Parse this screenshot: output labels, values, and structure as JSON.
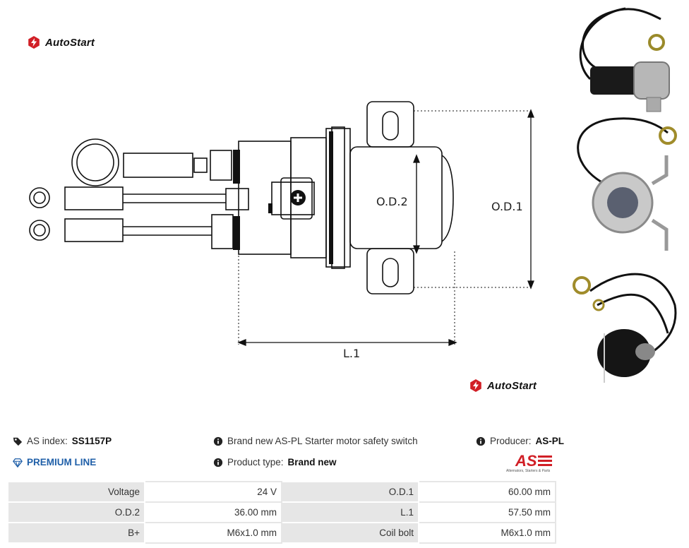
{
  "brand": {
    "name": "AutoStart",
    "accent": "#d11f26"
  },
  "drawing_labels": {
    "od2": "O.D.2",
    "od1": "O.D.1",
    "l1": "L.1"
  },
  "info": {
    "as_index_label": "AS index:",
    "as_index_value": "SS1157P",
    "premium": "PREMIUM LINE",
    "description": "Brand new AS-PL Starter motor safety switch",
    "product_type_label": "Product type:",
    "product_type_value": "Brand new",
    "producer_label": "Producer:",
    "producer_value": "AS-PL",
    "producer_logo_text": "AS",
    "producer_tagline": "Alternators, Starters & Parts"
  },
  "specs": [
    [
      {
        "k": "Voltage",
        "v": "24 V"
      },
      {
        "k": "O.D.1",
        "v": "60.00 mm"
      }
    ],
    [
      {
        "k": "O.D.2",
        "v": "36.00 mm"
      },
      {
        "k": "L.1",
        "v": "57.50 mm"
      }
    ],
    [
      {
        "k": "B+",
        "v": "M6x1.0 mm"
      },
      {
        "k": "Coil bolt",
        "v": "M6x1.0 mm"
      }
    ]
  ],
  "icons": {
    "tag": "tag-icon",
    "gem": "gem-icon",
    "info": "info-icon"
  }
}
